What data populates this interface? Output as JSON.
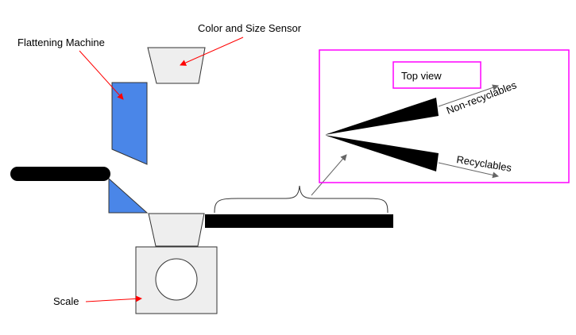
{
  "labels": {
    "flattening_machine": "Flattening Machine",
    "sensor": "Color and Size Sensor",
    "scale": "Scale",
    "top_view": "Top view",
    "non_recyclables": "Non-recyclables",
    "recyclables": "Recyclables"
  },
  "colors": {
    "machine_blue": "#4a86e8",
    "device_gray": "#eeeeee",
    "inset_border": "#ff00ff",
    "callout_arrow": "#ff0000",
    "output_arrow": "#666666",
    "belt": "#000000"
  }
}
